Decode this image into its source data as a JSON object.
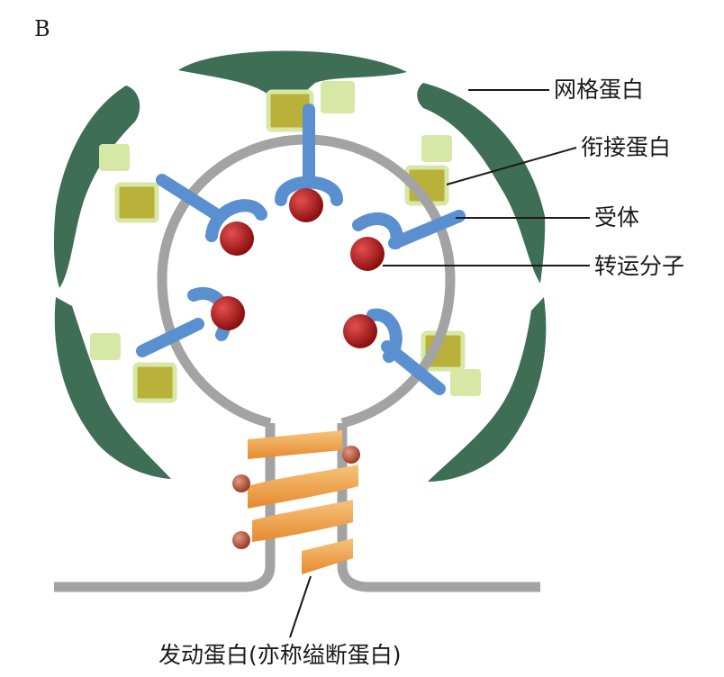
{
  "panel_label": "B",
  "labels": {
    "clathrin": "网格蛋白",
    "adaptor": "衔接蛋白",
    "receptor": "受体",
    "cargo": "转运分子",
    "dynamin": "发动蛋白(亦称缢断蛋白)"
  },
  "colors": {
    "clathrin": "#3f6e57",
    "adaptor": "#b9b13a",
    "adaptor_outline": "#d7e7a6",
    "receptor": "#5a8fd0",
    "cargo": "#b31c1c",
    "membrane": "#a3a3a3",
    "dynamin": "#f0a24a"
  }
}
